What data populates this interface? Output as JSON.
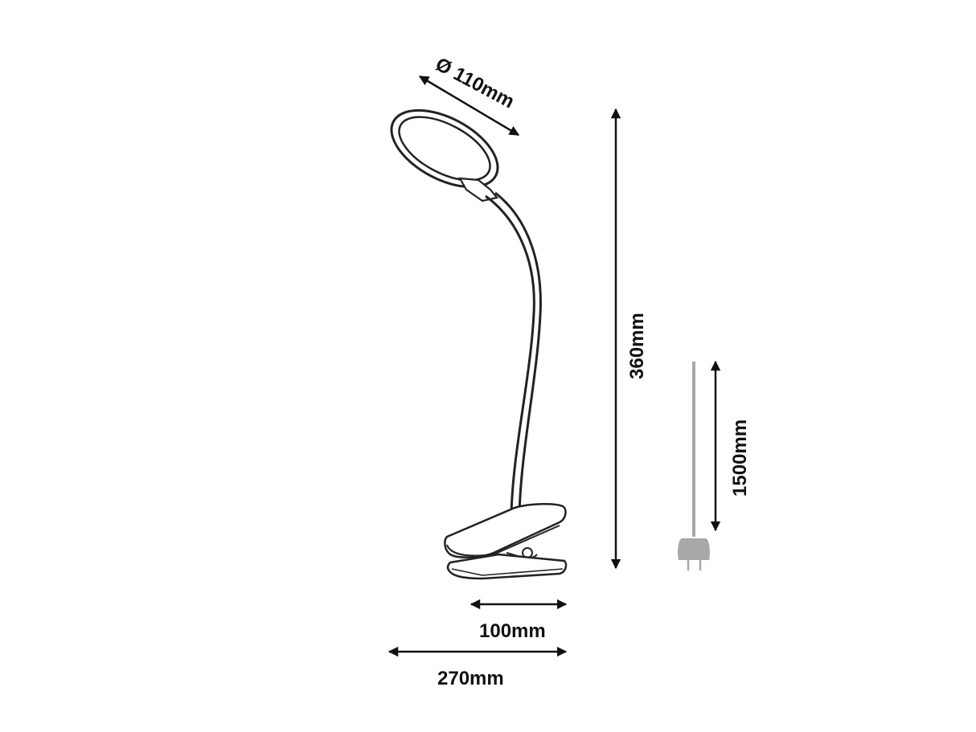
{
  "diagram": {
    "subject": "Clip-on LED desk lamp dimension drawing",
    "colors": {
      "line": "#111111",
      "cable": "#a8a8a8",
      "plug": "#a8a8a8",
      "background": "#ffffff"
    },
    "dimensions": {
      "head_diameter": {
        "symbol": "Ø",
        "value": "110mm",
        "label": "Ø 110mm"
      },
      "height": {
        "value": "360mm",
        "label": "360mm"
      },
      "cable_length": {
        "value": "1500mm",
        "label": "1500mm"
      },
      "clip_width": {
        "value": "100mm",
        "label": "100mm"
      },
      "total_depth": {
        "value": "270mm",
        "label": "270mm"
      }
    }
  }
}
